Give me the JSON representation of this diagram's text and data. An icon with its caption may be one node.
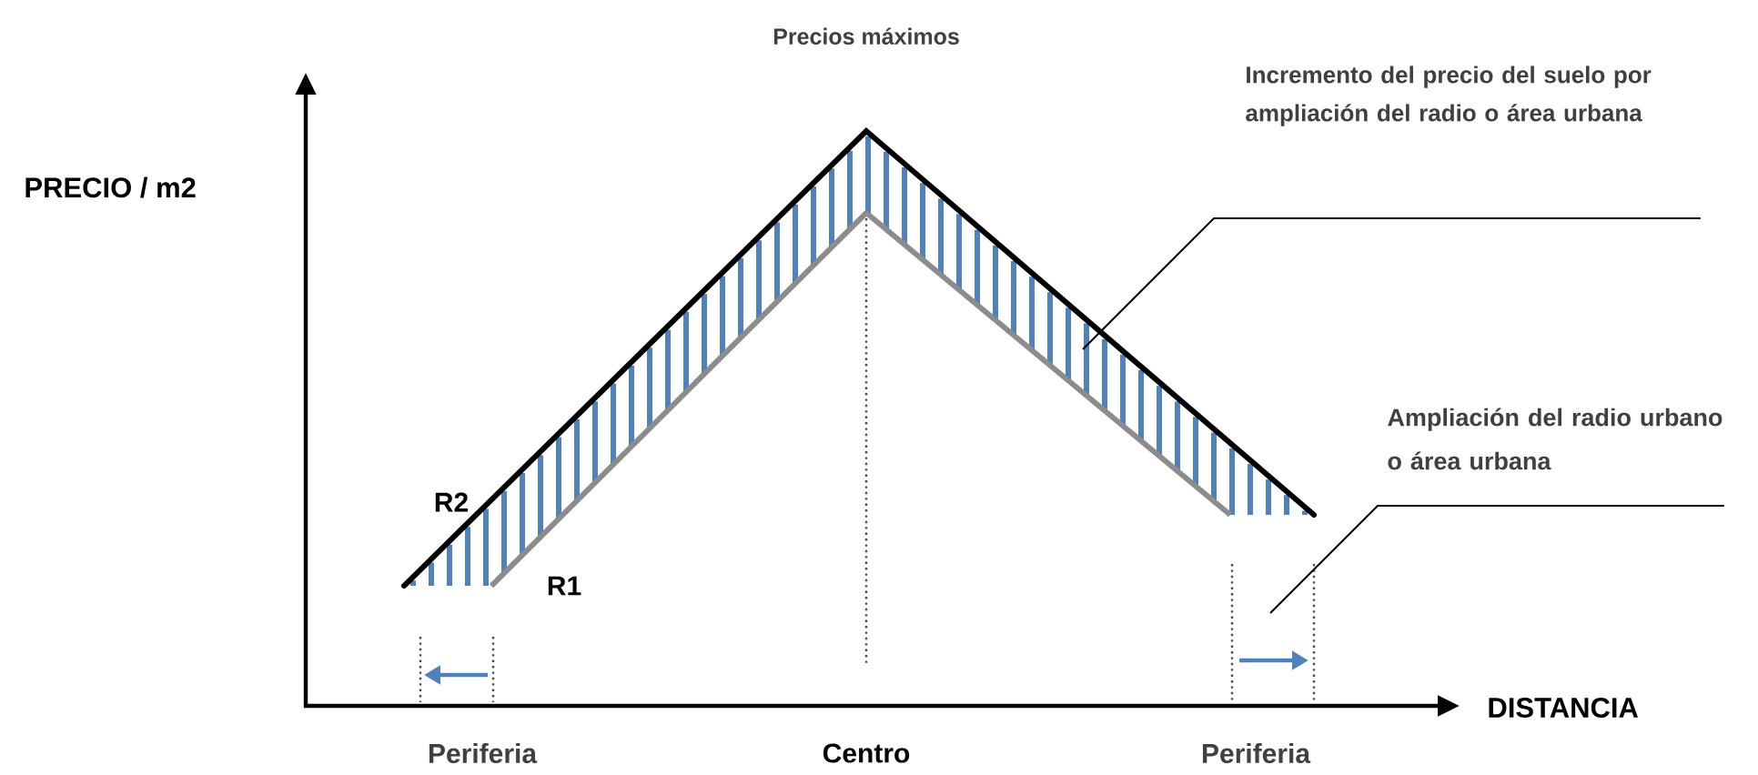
{
  "diagram": {
    "nodes": [
      {
        "text": [
          "Incremento del precio del suelo por ampliación del radio o área urbana"
        ]
      },
      {
        "text": [],
        "shape": "picture"
      },
      {
        "text": [
          "Ampliación del radio urbano o área urbana"
        ]
      },
      {
        "text": [],
        "shape": "box"
      }
    ],
    "edges": [
      {
        "from": 0,
        "to": 1,
        "arrow": "none"
      },
      {
        "from": 2,
        "to": 3,
        "arrow": "none"
      }
    ],
    "labels": [
      "Precios máximos",
      "PRECIO / m2",
      "R2",
      "R1",
      "DISTANCIA",
      "Periferia",
      "Centro",
      "Periferia"
    ]
  }
}
